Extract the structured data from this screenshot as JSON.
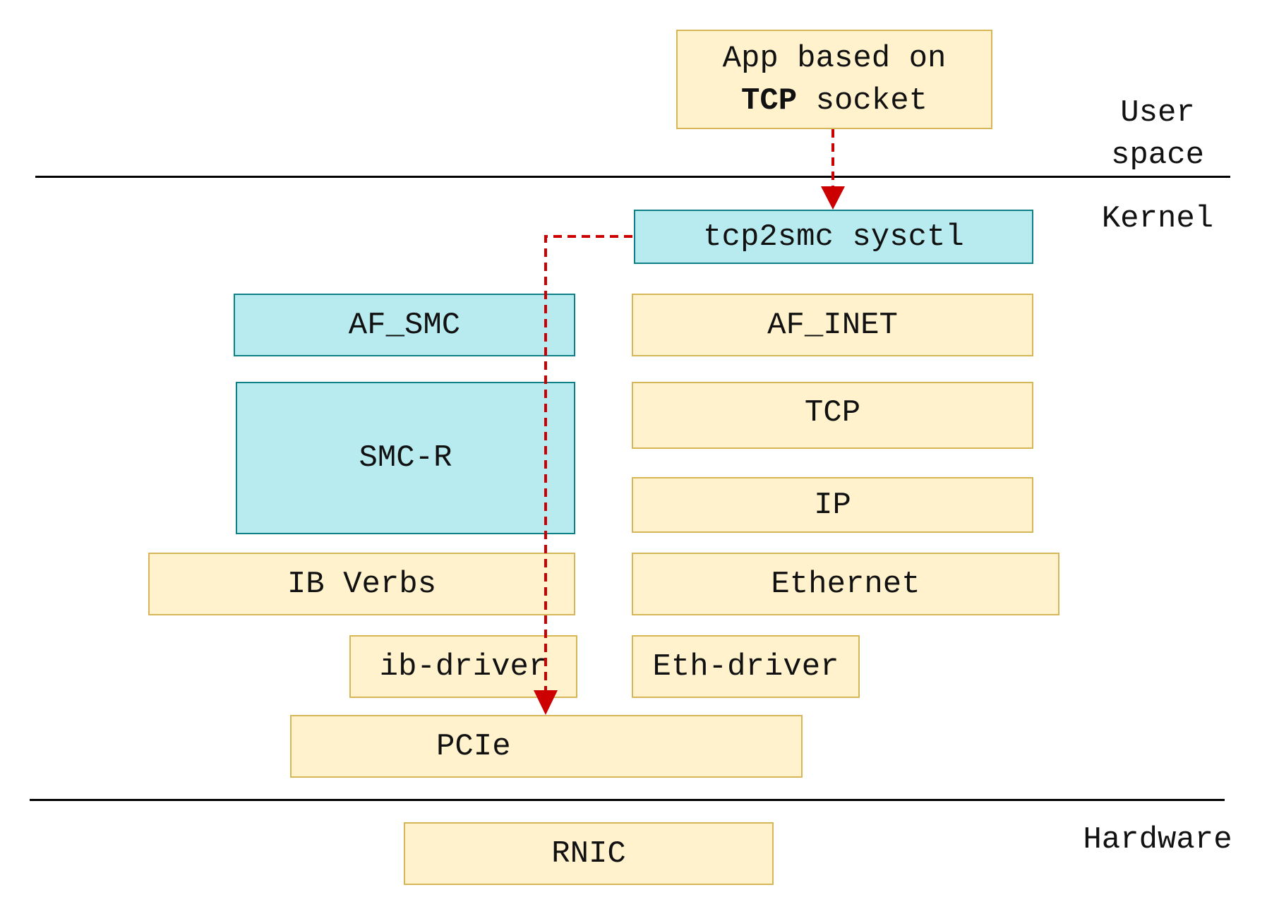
{
  "layers": {
    "user": "User space",
    "kernel": "Kernel",
    "hardware": "Hardware"
  },
  "boxes": {
    "app_line1": "App based on",
    "app_bold": "TCP",
    "app_rest": " socket",
    "tcp2smc": "tcp2smc sysctl",
    "af_smc": "AF_SMC",
    "af_inet": "AF_INET",
    "tcp": "TCP",
    "smc_r": "SMC-R",
    "ip": "IP",
    "ib_verbs": "IB Verbs",
    "ethernet": "Ethernet",
    "ib_driver": "ib-driver",
    "eth_driver": "Eth-driver",
    "pcie": "PCIe",
    "rnic": "RNIC"
  },
  "colors": {
    "yellow_fill": "#fff2cc",
    "yellow_border": "#d6b656",
    "cyan_fill": "#b8ebf0",
    "cyan_border": "#0e8088",
    "flow_arrow": "#cc0000"
  }
}
